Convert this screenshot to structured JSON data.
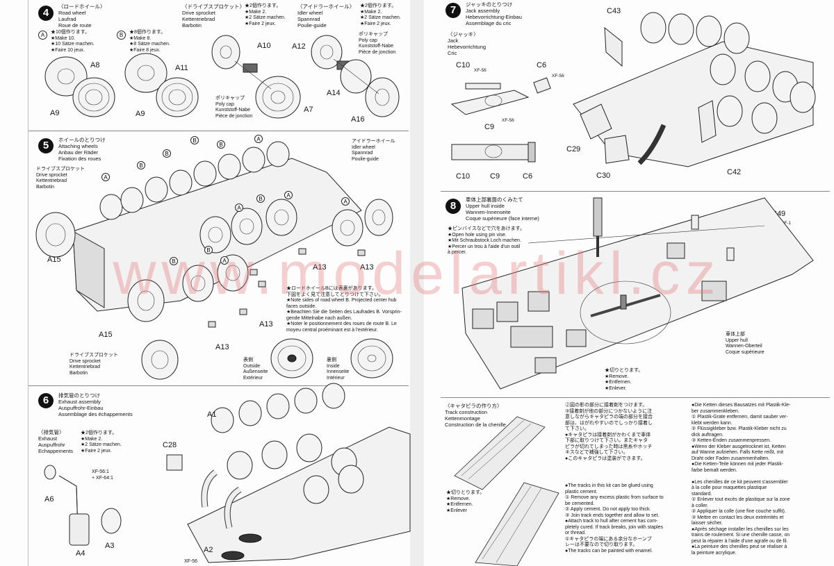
{
  "watermark": "www.modelartikl.cz",
  "step4": {
    "num": "4",
    "title": "〈ロードホイール〉\nRoad wheel\nLaufrad\nRoue de route",
    "a_marker": "A",
    "a_note": "★10個作ります。\n★Make 10.\n★10 Sätze machen.\n★Faire 10 jeux.",
    "b_marker": "B",
    "b_note": "★8個作ります。\n★Make 8.\n★8 Sätze machen.\n★Faire 8 jeux.",
    "sprocket_title": "〈ドライブスプロケット〉\nDrive sprocket\nKettentriebrad\nBarbotin",
    "sprocket_note": "★2個作ります。\n★Make 2.\n★2 Sätze machen.\n★Faire 2 jeux.",
    "idler_title": "〈アイドラーホイール〉\nIdler wheel\nSpannrad\nPoulie-guide",
    "idler_note": "★2個作ります。\n★Make 2.\n★2 Sätze machen.\n★Faire 2 jeux.",
    "polycap_right": "ポリキャップ\nPoly cap\nKunststoff-Nabe\nPièce de jonction",
    "polycap_left": "ポリキャップ\nPoly cap\nKunststoff-Nabe\nPièce de jonction",
    "parts": [
      "A8",
      "A9",
      "A11",
      "A9",
      "A10",
      "A7",
      "A12",
      "A14",
      "A16"
    ]
  },
  "step5": {
    "num": "5",
    "title": "ホイールのとりつけ\nAttaching wheels\nAnbau der Räder\nFixation des roues",
    "sprocket_label": "ドライブスプロケット\nDrive sprocket\nKettentriebrad\nBarbotin",
    "sprocket_label2": "ドライブスプロケット\nDrive sprocket\nKettentriebrad\nBarbotin",
    "idler_label": "アイドラーホイール\nIdler wheel\nSpannrad\nPoulie-guide",
    "note": "★ロードホイールBには表裏があります。\n下図をよく見て注意してとりつけて下さい。\n★Note sides of road wheel B. Projected center hub\nfaces outside.\n★Beachten Sie die Seiten des Laufrades B. Vorsprin-\ngende Mittelnabe nach außen.\n★Noter le positionnement des roues de route B. Le\nmoyeu central proéminant est à l'extérieur.",
    "outside": "表側\nOutside\nAußenseite\nExtérieur",
    "inside": "裏側\nInside\nInnenseite\nIntérieur",
    "parts": [
      "A15",
      "A15",
      "A13",
      "A13",
      "A13",
      "A13"
    ]
  },
  "step6": {
    "num": "6",
    "title": "排気管のとりつけ\nExhaust assembly\nAuspuffrohr-Einbau\nAssemblage des échappements",
    "sub_title": "〈排気管〉\nExhaust\nAuspuffrohr\nEchappements",
    "sub_note": "★2個作ります。\n★Make 2.\n★2 Sätze machen.\n★Faire 2 jeux.",
    "paint": "XF-56:1\n+ XF-64:1",
    "paint2": "XF-56",
    "parts": [
      "A6",
      "A4",
      "A3",
      "A1",
      "C28",
      "A2"
    ]
  },
  "step7": {
    "num": "7",
    "title": "ジャッキのとりつけ\nJack assembly\nHebevorrichtung-Einbau\nAssemblage du cric",
    "sub_title": "〈ジャッキ〉\nJack\nHebevorrichtung\nCric",
    "paint_a": "XF-56",
    "paint_b": "XF-56",
    "paint_c": "XF-56",
    "parts": [
      "C10",
      "C6",
      "C9",
      "C10",
      "C9",
      "C6",
      "C43",
      "C29",
      "C30",
      "C42"
    ]
  },
  "step8": {
    "num": "8",
    "title": "車体上部裏面のくみたて\nUpper hull inside\nWannen-Innenseite\nCoque supérieure (face interne)",
    "pinvise": "★ピンバイスなどで穴をあけます。\n★Open hole using pin vise.\n★Mit Schraubstock Loch machen.\n★Percer un trou à l'aide d'un outil\nà percer.",
    "remove": "★切りとります。\n★Remove.\n★Entfernen.\n★Enlever.",
    "hull_label": "車体上部\nUpper hull\nWannen-Oberteil\nCoque supérieure",
    "part": "C49",
    "paint": "XF-1"
  },
  "track": {
    "title": "〈キャタピラの作り方〉\nTrack construction\nKettenmontage\nConstruction de la chenille",
    "remove": "★切りとります。\n★Remove.\n★Entfernen.\n★Enlever",
    "jp_col": "②図の影の部分に接着剤をつけます。\n③接着剤が他の部分につかないように注\n意しながらキャタピラの端の部分を接合\n部は、はがれやすいのでしっかり接着し\nて下さい。\n●キャタピラは接着剤がかわくまで車体\n下部に取りつけて下さい。またキャタ\nピラが切れてしまった時は黒糸やホッチ\nキスなどで補強して下さい。\n●このキャタピラは塗装ができます。",
    "en_col": "●The tracks in this kit can be glued using\nplastic cement.\n① Remove any excess plastic from surface to\nbe cemented.\n② Apply cement. Do not apply too thick.\n③ Join track ends together and allow to set.\n●Attach track to hull after cement has com-\npletely cured. If track breaks, join with staples\nor thread.\n①キャタピラの端にある余分なホーンブ\nレーは不要なので切り取ります。\n●The tracks can be painted with enamel.",
    "de_fr_col": "●Die Ketten dieses Bausatzes mit Plastik-Kle-\nber zusammenkleben.\n① Plastik-Grate entfernen, damit sauber ver-\nklebt werden kann.\n② Flüssigkleber bzw. Plastik-Kleber nicht zu\ndick auftragen.\n③ Ketten-Enden zusammenpressen.\n●Wenn der Kleber ausgetrocknet ist, Ketten\nauf Wanne aufziehen. Falls Kette reißt, mit\nDraht oder Faden zusammenhalten.\n●Die Ketten-Teile können mit jeder Plastik-\nfarbe bemalt werden.\n\n●Les chenilles de ce kit peuvent s'assembler\nà la colle pour maquettes plastique\nstandard.\n① Enlever tout excès de plastique sur la zone\nà coller.\n② Appliquer la colle (une fine couche suffit).\n③ Mettre en contact les deux extrémités et\nlaisser sécher.\n●Après séchage installer les chenilles sur les\ntrains de roulement. Si une chenille casse, on\npeut la réparer à l'aide d'une agrafe ou de fil.\n●La peinture des chenilles peut se réaliser à\nla peinture acrylique."
  }
}
